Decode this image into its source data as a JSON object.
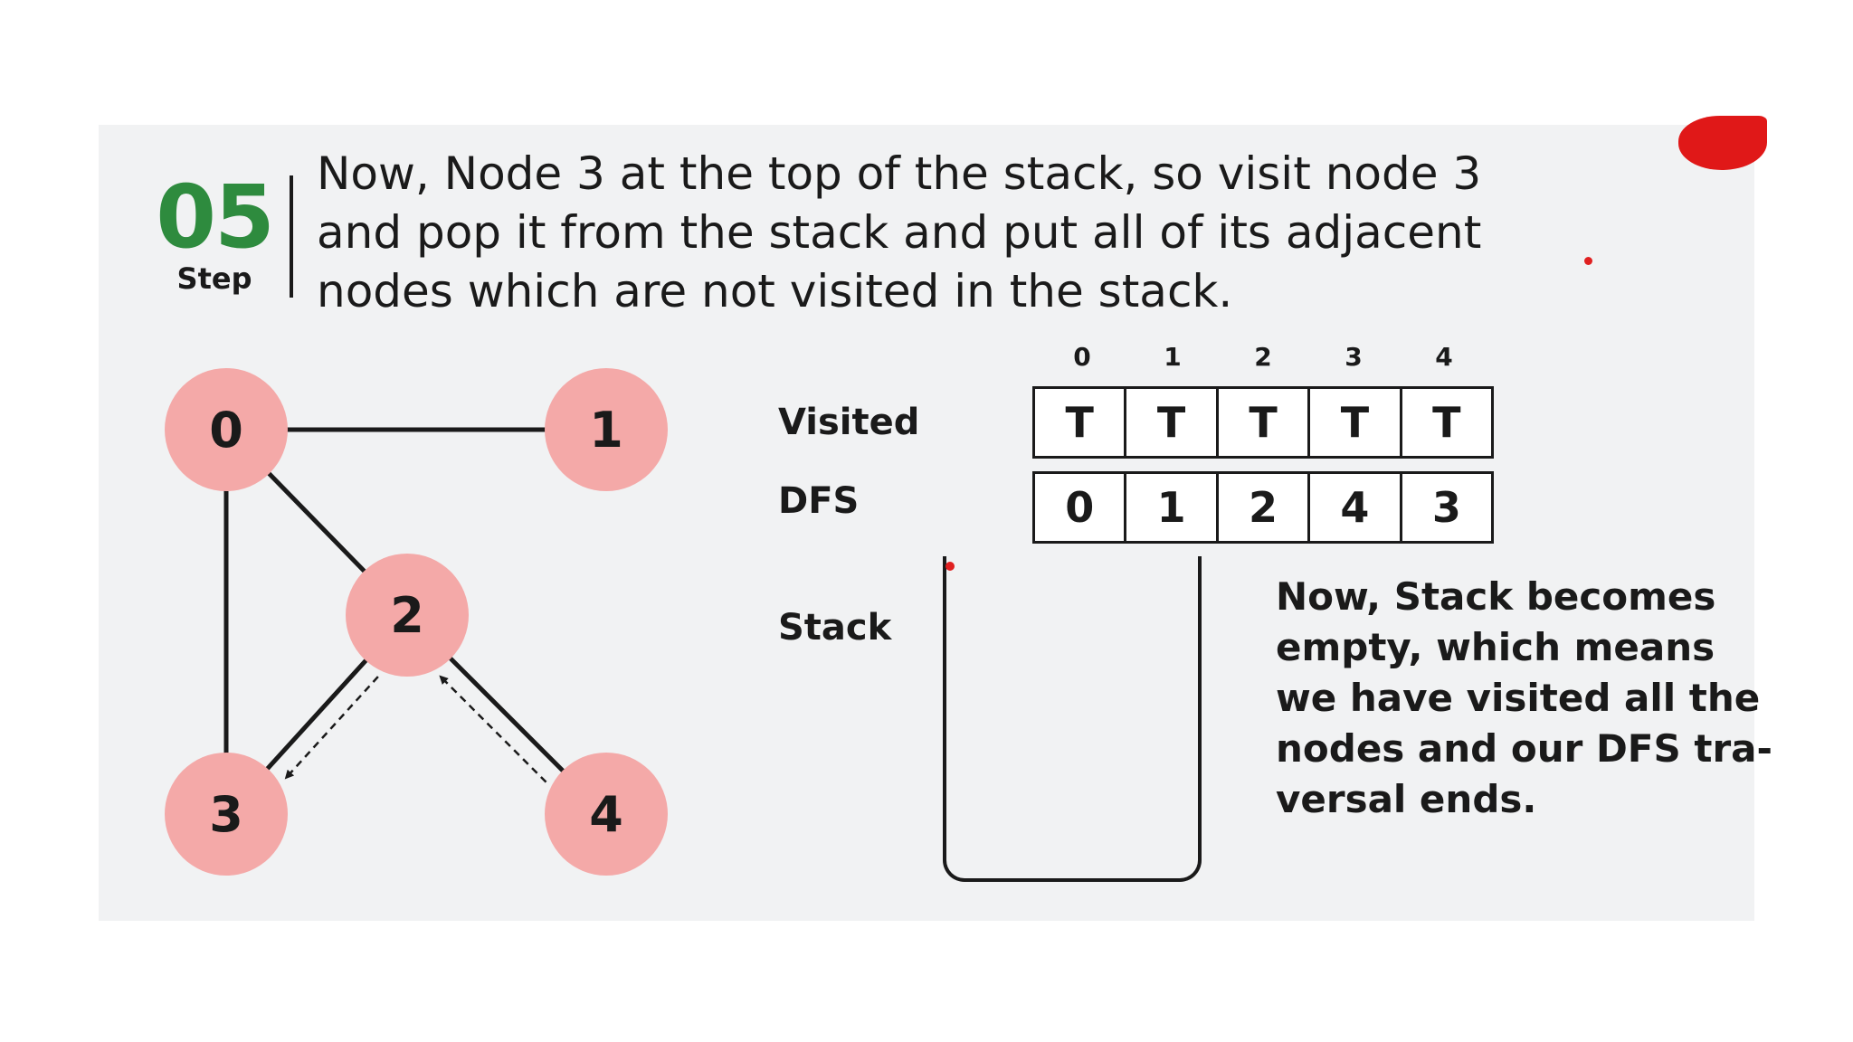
{
  "step": {
    "number": "05",
    "label": "Step"
  },
  "description": {
    "lines": [
      "Now, Node 3 at the top of the stack, so visit node 3",
      "and pop it from the stack and put all of its adjacent",
      "nodes which are not visited in the stack."
    ]
  },
  "graph": {
    "nodes": [
      {
        "id": "0",
        "label": "0"
      },
      {
        "id": "1",
        "label": "1"
      },
      {
        "id": "2",
        "label": "2"
      },
      {
        "id": "3",
        "label": "3"
      },
      {
        "id": "4",
        "label": "4"
      }
    ],
    "edges": [
      [
        "0",
        "1"
      ],
      [
        "0",
        "2"
      ],
      [
        "0",
        "3"
      ],
      [
        "2",
        "3"
      ],
      [
        "2",
        "4"
      ]
    ],
    "traversal_arrows": [
      [
        "2",
        "3"
      ],
      [
        "4",
        "2"
      ]
    ],
    "node_color": "#f4a9a8"
  },
  "visited": {
    "label": "Visited",
    "indices": [
      "0",
      "1",
      "2",
      "3",
      "4"
    ],
    "values": [
      "T",
      "T",
      "T",
      "T",
      "T"
    ]
  },
  "dfs": {
    "label": "DFS",
    "values": [
      "0",
      "1",
      "2",
      "4",
      "3"
    ]
  },
  "stack": {
    "label": "Stack",
    "items": []
  },
  "note": {
    "lines": [
      "Now, Stack becomes",
      "empty, which means",
      "we have visited all the",
      "nodes and our DFS tra-",
      "versal ends."
    ]
  },
  "colors": {
    "step_number": "#2e8b3e",
    "panel_bg": "#f1f2f3",
    "marker": "#e02020"
  }
}
